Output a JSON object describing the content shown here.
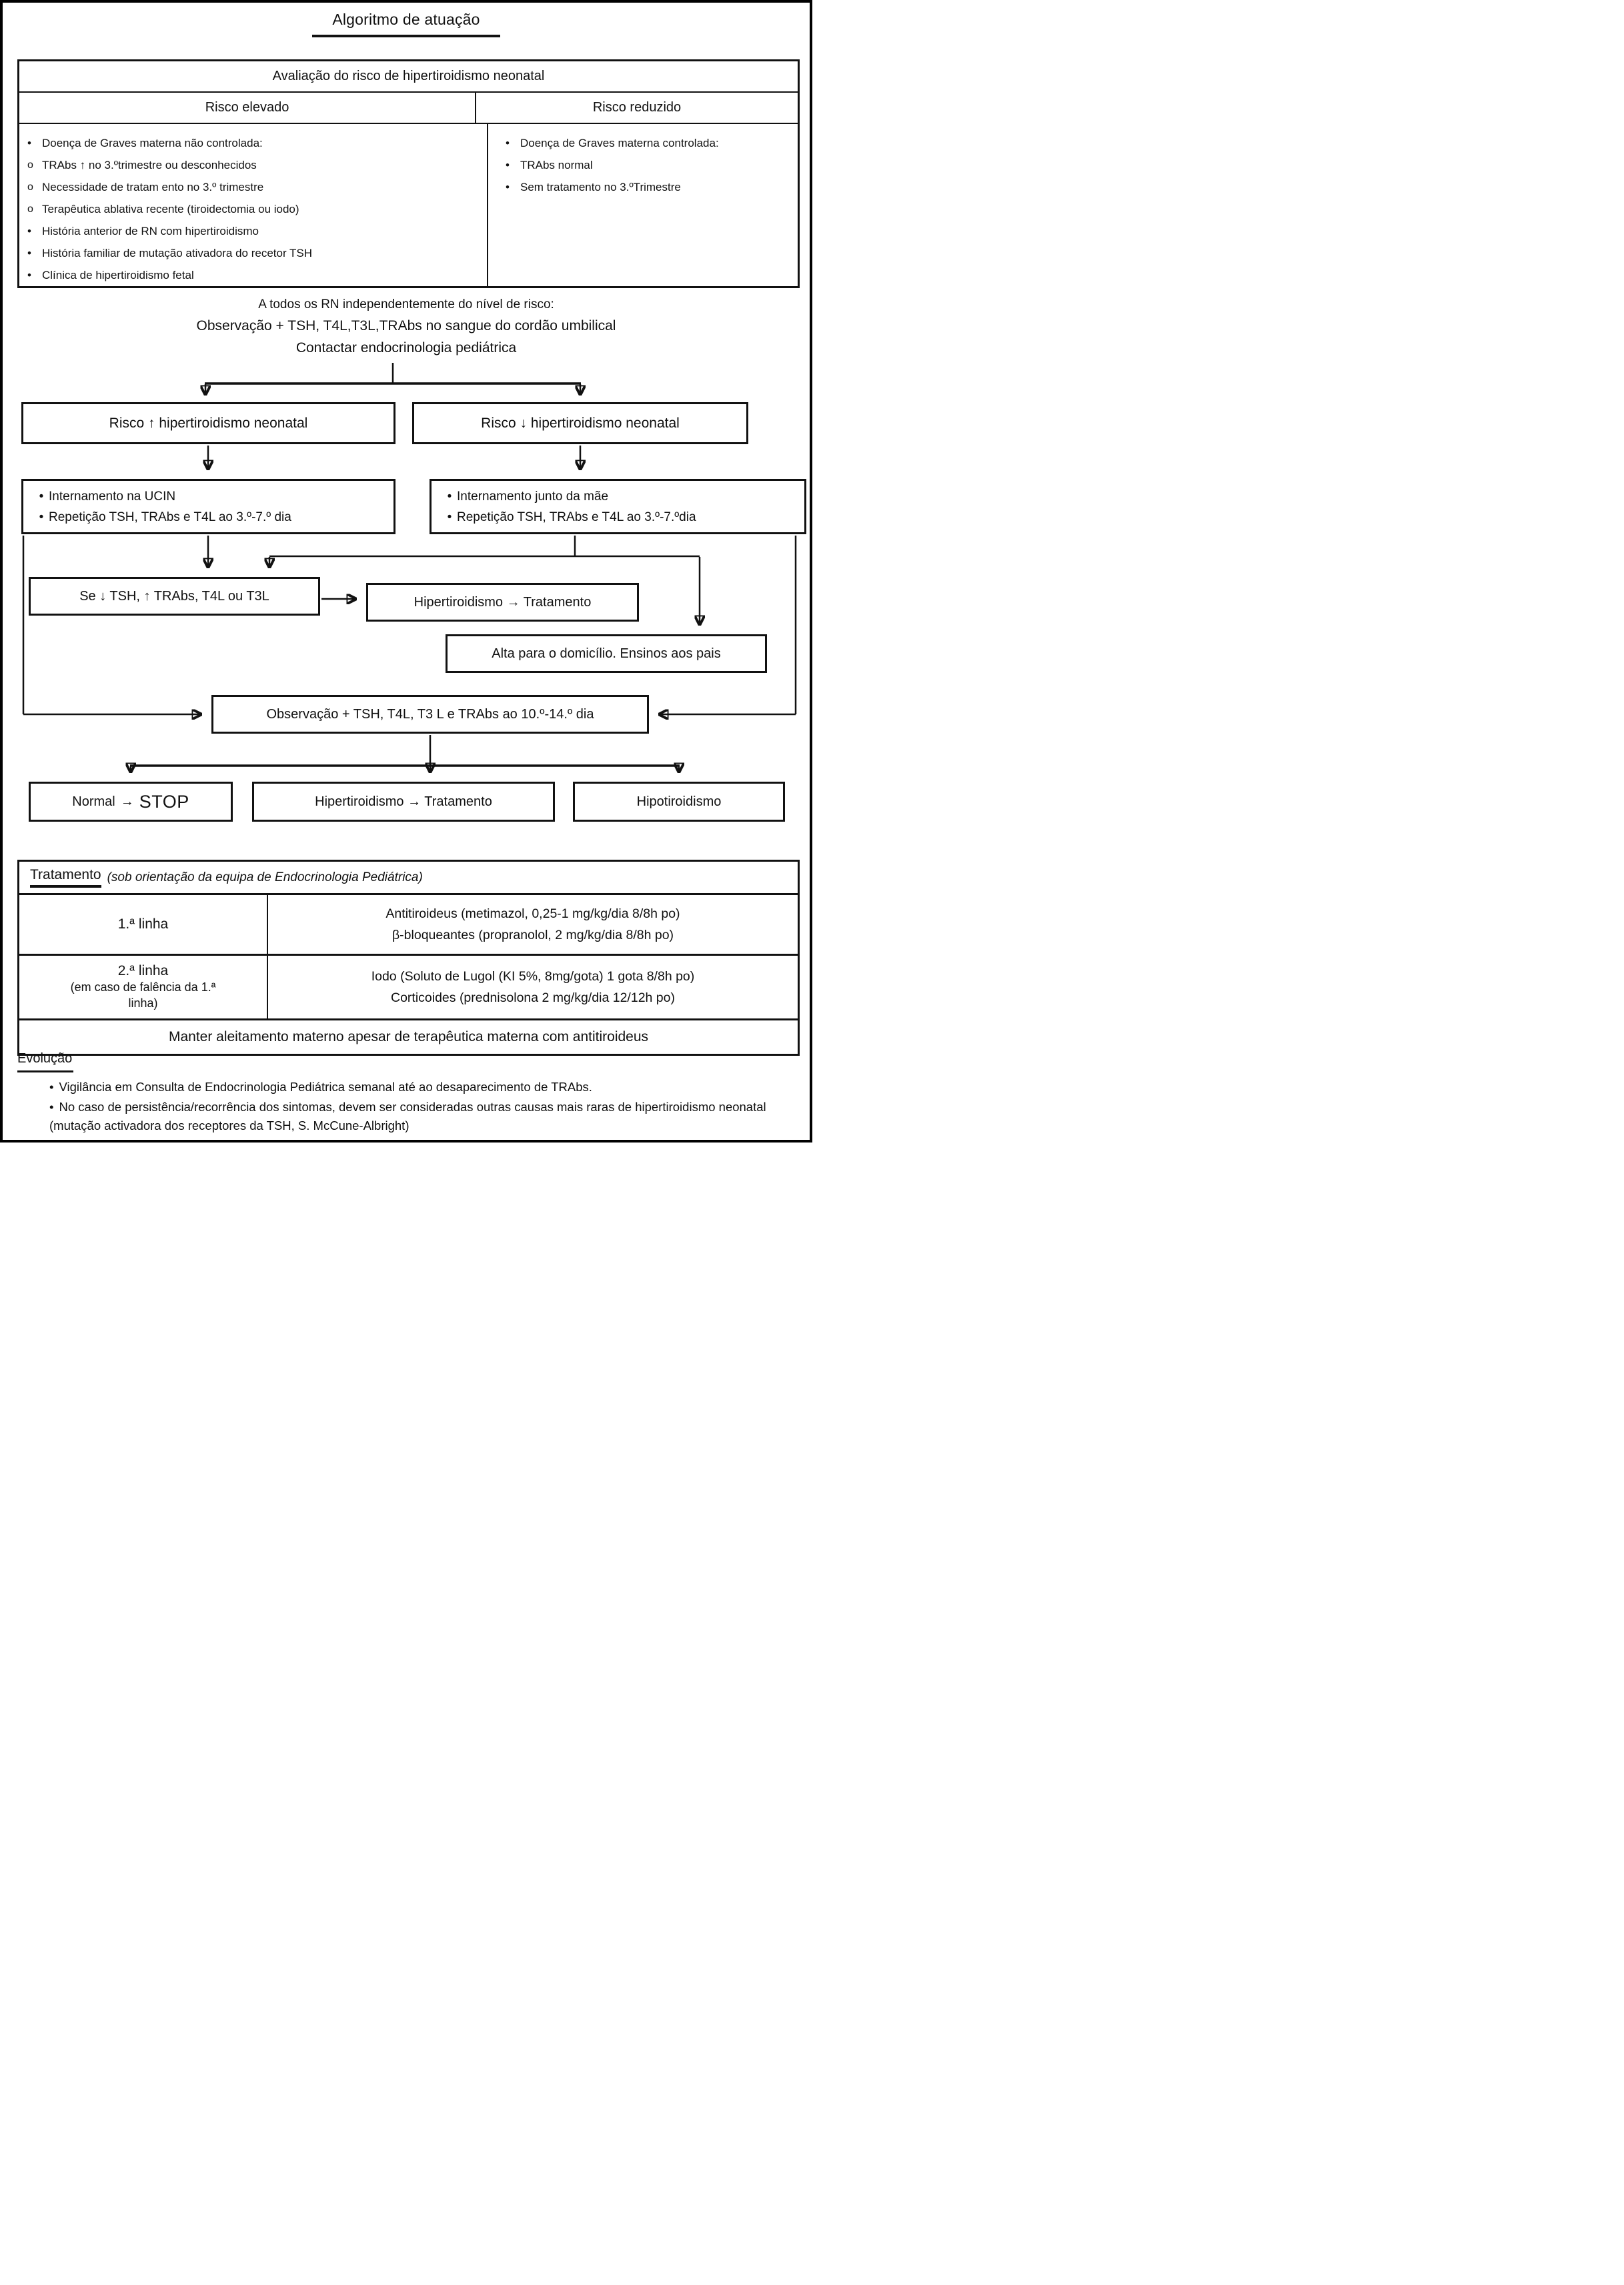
{
  "colors": {
    "ink": "#111111",
    "paper": "#ffffff"
  },
  "title": "Algoritmo de atuação",
  "risk_table": {
    "header": "Avaliação do risco de hipertiroidismo neonatal",
    "high": {
      "label": "Risco elevado",
      "items": [
        {
          "marker": "•",
          "text": "Doença de Graves materna não controlada:"
        },
        {
          "marker": "o",
          "text": "TRAbs ↑ no 3.ºtrimestre ou desconhecidos"
        },
        {
          "marker": "o",
          "text": "Necessidade de tratam ento no 3.º trimestre"
        },
        {
          "marker": "o",
          "text": "Terapêutica ablativa recente (tiroidectomia ou iodo)"
        },
        {
          "marker": "•",
          "text": "História anterior de RN com hipertiroidismo"
        },
        {
          "marker": "•",
          "text": "História familiar de mutação ativadora do recetor TSH"
        },
        {
          "marker": "•",
          "text": "Clínica de hipertiroidismo fetal"
        }
      ]
    },
    "low": {
      "label": "Risco reduzido",
      "items": [
        {
          "marker": "•",
          "text": "Doença de Graves materna controlada:"
        },
        {
          "marker": "•",
          "text": "TRAbs normal"
        },
        {
          "marker": "•",
          "text": "Sem tratamento no 3.ºTrimestre"
        }
      ]
    }
  },
  "all_rn_note": {
    "line1": "A todos os RN independentemente do nível de risco:",
    "line2": "Observação + TSH, T4L,T3L,TRAbs no sangue do cordão umbilical",
    "line3": "Contactar endocrinologia pediátrica"
  },
  "flow": {
    "risk_up_box": "Risco ↑ hipertiroidismo neonatal",
    "risk_down_box": "Risco ↓ hipertiroidismo neonatal",
    "ucin_box": {
      "items": [
        {
          "marker": "•",
          "text": "Internamento na UCIN"
        },
        {
          "marker": "•",
          "text": "Repetição TSH, TRAbs e T4L ao 3.º-7.º dia"
        }
      ]
    },
    "mother_box": {
      "items": [
        {
          "marker": "•",
          "text": "Internamento junto da mãe"
        },
        {
          "marker": "•",
          "text": "Repetição TSH, TRAbs e T4L ao 3.º-7.ºdia"
        }
      ]
    },
    "if_box": "Se ↓ TSH, ↑ TRAbs, T4L ou T3L",
    "hyper_treatment_box": "Hipertiroidismo → Tratamento",
    "discharge_box": "Alta para o domicílio. Ensinos aos pais",
    "observation_box": "Observação + TSH, T4L, T3 L e TRAbs ao 10.º-14.º dia",
    "normal_box": {
      "label": "Normal",
      "arrow": "→",
      "result": "STOP"
    },
    "hyper_treatment_box2": "Hipertiroidismo → Tratamento",
    "hypo_box": "Hipotiroidismo"
  },
  "treatment_table": {
    "title": "Tratamento",
    "title_note": "(sob orientação da equipa de Endocrinologia Pediátrica)",
    "row1": {
      "label": "1.ª linha",
      "line1": "Antitiroideus (metimazol, 0,25-1 mg/kg/dia 8/8h po)",
      "line2": "β-bloqueantes (propranolol, 2 mg/kg/dia 8/8h po)"
    },
    "row2": {
      "label": "2.ª linha",
      "label_note": "(em caso de falência da 1.ª linha)",
      "line1": "Iodo (Soluto de Lugol (KI 5%, 8mg/gota) 1 gota 8/8h po)",
      "line2": "Corticoides (prednisolona 2 mg/kg/dia 12/12h po)"
    },
    "footer": "Manter aleitamento materno apesar de terapêutica materna com antitiroideus"
  },
  "evolution": {
    "heading": "Evolução",
    "bullets": [
      {
        "marker": "•",
        "text": "Vigilância em Consulta de Endocrinologia Pediátrica semanal até ao desaparecimento de TRAbs."
      },
      {
        "marker": "•",
        "text": "No caso de persistência/recorrência dos sintomas, devem ser consideradas outras causas mais raras de hipertiroidismo neonatal (mutação activadora dos receptores da TSH, S. McCune-Albright)"
      }
    ]
  }
}
